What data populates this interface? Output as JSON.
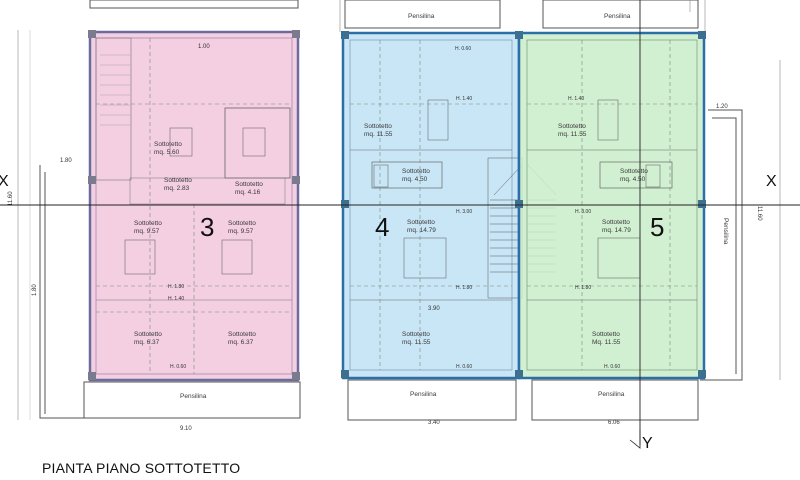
{
  "drawing_title": "PIANTA PIANO SOTTOTETTO",
  "axes": {
    "x_left": "X",
    "x_right": "X",
    "y_bottom": "Y"
  },
  "units": [
    {
      "number": "3",
      "color": "#f2c6dc",
      "border": "#6b6b9e",
      "rooms": [
        {
          "name": "Sottotetto",
          "area": "mq. 5.60"
        },
        {
          "name": "Sottotetto",
          "area": "mq. 2.83"
        },
        {
          "name": "Sottotetto",
          "area": "mq. 4.16"
        },
        {
          "name": "Sottotetto",
          "area": "mq. 9.57"
        },
        {
          "name": "Sottotetto",
          "area": "mq. 9.57"
        },
        {
          "name": "Sottotetto",
          "area": "mq. 6.37"
        },
        {
          "name": "Sottotetto",
          "area": "mq. 6.37"
        }
      ]
    },
    {
      "number": "4",
      "color": "#bfe2f5",
      "border": "#2c6fa8",
      "rooms": [
        {
          "name": "Sottotetto",
          "area": "mq. 11.55"
        },
        {
          "name": "Sottotetto",
          "area": "mq. 4.50"
        },
        {
          "name": "Sottotetto",
          "area": "mq. 14.79"
        },
        {
          "name": "Sottotetto",
          "area": "mq. 11.55"
        }
      ]
    },
    {
      "number": "5",
      "color": "#c9ecc9",
      "border": "#2c6fa8",
      "rooms": [
        {
          "name": "Sottotetto",
          "area": "mq. 11.55"
        },
        {
          "name": "Sottotetto",
          "area": "mq. 4.50"
        },
        {
          "name": "Sottotetto",
          "area": "mq. 14.79"
        },
        {
          "name": "Sottotetto",
          "area": "Mq. 11.55"
        }
      ]
    }
  ],
  "canopy_label": "Pensilina",
  "heights": [
    "H. 0.60",
    "H. 1.40",
    "H. 1.80",
    "H. 3.00"
  ],
  "dimensions": [
    "9.10",
    "1.80",
    "3.40",
    "11.60",
    "1.00",
    "3.90",
    "1.20",
    "1.80",
    "6.06"
  ]
}
